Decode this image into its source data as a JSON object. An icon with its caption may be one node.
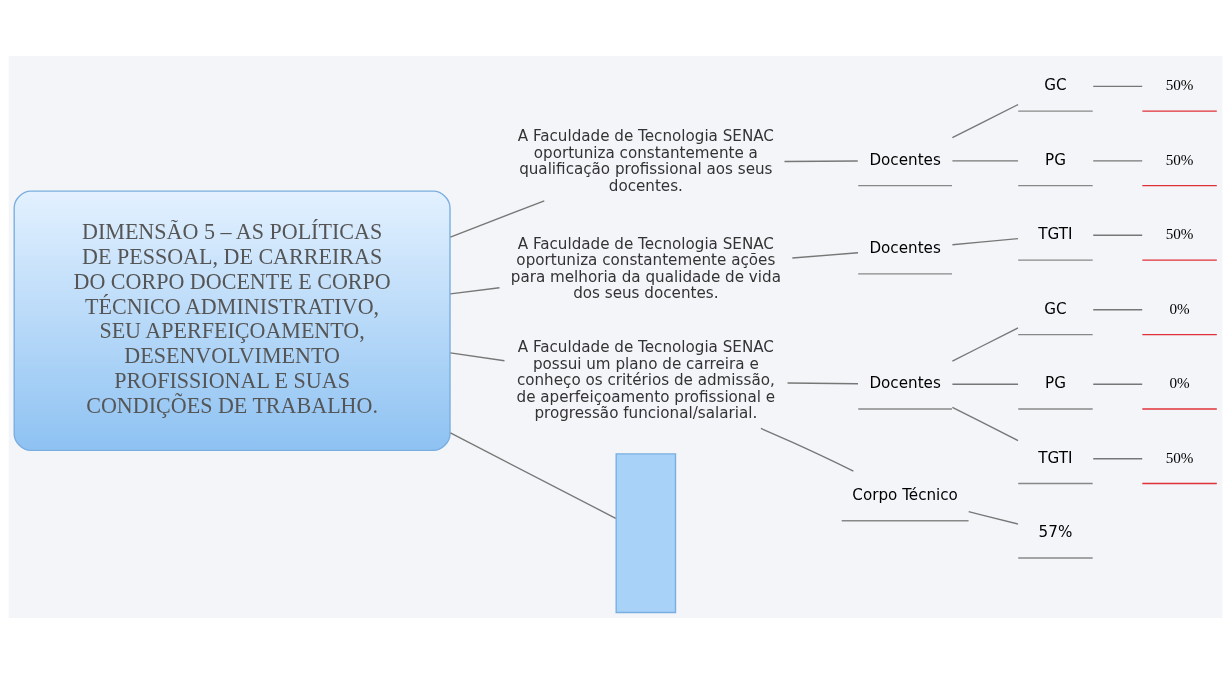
{
  "diagram": {
    "nodes": [
      {
        "text": [
          "DIMENSÃO 5 – AS POLÍTICAS DE PESSOAL, DE CARREIRAS DO CORPO DOCENTE E CORPO TÉCNICO ADMINISTRATIVO, SEU APERFEIÇOAMENTO, DESENVOLVIMENTO PROFISSIONAL E SUAS CONDIÇÕES DE TRABALHO."
        ]
      },
      {
        "text": [
          "A Faculdade de Tecnologia SENAC oportuniza constantemente a qualificação profissional aos seus docentes."
        ]
      },
      {
        "text": [
          "Docentes"
        ]
      },
      {
        "text": [
          "GC"
        ]
      },
      {
        "text": [
          "50%"
        ]
      },
      {
        "text": [
          "PG"
        ]
      },
      {
        "text": [
          "50%"
        ]
      },
      {
        "text": [
          "A Faculdade de Tecnologia SENAC oportuniza constantemente ações para melhoria da qualidade de vida dos seus docentes."
        ]
      },
      {
        "text": [
          "Docentes"
        ]
      },
      {
        "text": [
          "TGTI"
        ]
      },
      {
        "text": [
          "50%"
        ]
      },
      {
        "text": [
          "A Faculdade de Tecnologia SENAC possui um plano de carreira e conheço os critérios de admissão, de aperfeiçoamento profissional e progressão funcional/salarial."
        ]
      },
      {
        "text": [
          "Docentes"
        ]
      },
      {
        "text": [
          "GC"
        ]
      },
      {
        "text": [
          "0%"
        ]
      },
      {
        "text": [
          "PG"
        ]
      },
      {
        "text": [
          "0%"
        ]
      },
      {
        "text": [
          "TGTI"
        ]
      },
      {
        "text": [
          "50%"
        ]
      },
      {
        "text": [
          "Corpo Técnico"
        ]
      },
      {
        "text": [
          "57%"
        ]
      },
      {
        "text": [],
        "shape": "box"
      }
    ],
    "edges": [
      {
        "from": 0,
        "to": 21,
        "arrow": "none"
      },
      {
        "from": 0,
        "to": 1,
        "arrow": "none"
      },
      {
        "from": 1,
        "to": 2,
        "arrow": "none"
      },
      {
        "from": 2,
        "to": 3,
        "arrow": "none"
      },
      {
        "from": 3,
        "to": 4,
        "arrow": "none"
      },
      {
        "from": 2,
        "to": 5,
        "arrow": "none"
      },
      {
        "from": 5,
        "to": 6,
        "arrow": "none"
      },
      {
        "from": 0,
        "to": 7,
        "arrow": "none"
      },
      {
        "from": 7,
        "to": 8,
        "arrow": "none"
      },
      {
        "from": 8,
        "to": 9,
        "arrow": "none"
      },
      {
        "from": 9,
        "to": 10,
        "arrow": "none"
      },
      {
        "from": 0,
        "to": 11,
        "arrow": "none"
      },
      {
        "from": 11,
        "to": 12,
        "arrow": "none"
      },
      {
        "from": 12,
        "to": 13,
        "arrow": "none"
      },
      {
        "from": 13,
        "to": 14,
        "arrow": "none"
      },
      {
        "from": 12,
        "to": 15,
        "arrow": "none"
      },
      {
        "from": 15,
        "to": 16,
        "arrow": "none"
      },
      {
        "from": 12,
        "to": 17,
        "arrow": "none"
      },
      {
        "from": 17,
        "to": 18,
        "arrow": "none"
      },
      {
        "from": 11,
        "to": 19,
        "arrow": "none"
      },
      {
        "from": 19,
        "to": 20,
        "arrow": "none"
      }
    ]
  }
}
